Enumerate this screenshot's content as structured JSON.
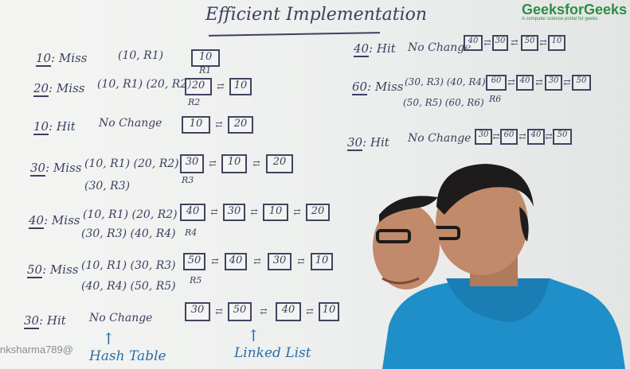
{
  "title": "Efficient Implementation",
  "logo": {
    "main": "GeeksforGeeks",
    "sub": "A computer science portal for geeks"
  },
  "rows_left": [
    {
      "key": "10",
      "result": "Miss",
      "info": "(10, R1)",
      "info2": "",
      "nodes": [
        "10"
      ],
      "ptr": "R1"
    },
    {
      "key": "20",
      "result": "Miss",
      "info": "(10, R1) (20, R2)",
      "info2": "",
      "nodes": [
        "20",
        "10"
      ],
      "ptr": "R2"
    },
    {
      "key": "10",
      "result": "Hit",
      "info": "No Change",
      "info2": "",
      "nodes": [
        "10",
        "20"
      ],
      "ptr": ""
    },
    {
      "key": "30",
      "result": "Miss",
      "info": "(10, R1) (20, R2)",
      "info2": "(30, R3)",
      "nodes": [
        "30",
        "10",
        "20"
      ],
      "ptr": "R3"
    },
    {
      "key": "40",
      "result": "Miss",
      "info": "(10, R1) (20, R2)",
      "info2": "(30, R3) (40, R4)",
      "nodes": [
        "40",
        "30",
        "10",
        "20"
      ],
      "ptr": "R4"
    },
    {
      "key": "50",
      "result": "Miss",
      "info": "(10, R1) (30, R3)",
      "info2": "(40, R4) (50, R5)",
      "nodes": [
        "50",
        "40",
        "30",
        "10"
      ],
      "ptr": "R5"
    },
    {
      "key": "30",
      "result": "Hit",
      "info": "No Change",
      "info2": "",
      "nodes": [
        "30",
        "50",
        "40",
        "10"
      ],
      "ptr": ""
    }
  ],
  "rows_right": [
    {
      "key": "40",
      "result": "Hit",
      "info": "No Change",
      "info2": "",
      "nodes": [
        "40",
        "30",
        "50",
        "10"
      ],
      "ptr": ""
    },
    {
      "key": "60",
      "result": "Miss",
      "info": "(30, R3) (40, R4)",
      "info2": "(50, R5) (60, R6)",
      "nodes": [
        "60",
        "40",
        "30",
        "50"
      ],
      "ptr": "R6"
    },
    {
      "key": "30",
      "result": "Hit",
      "info": "No Change",
      "info2": "",
      "nodes": [
        "30",
        "60",
        "40",
        "50"
      ],
      "ptr": ""
    }
  ],
  "captions": {
    "hash": "Hash Table",
    "list": "Linked List"
  },
  "watermark": "nksharma789@"
}
